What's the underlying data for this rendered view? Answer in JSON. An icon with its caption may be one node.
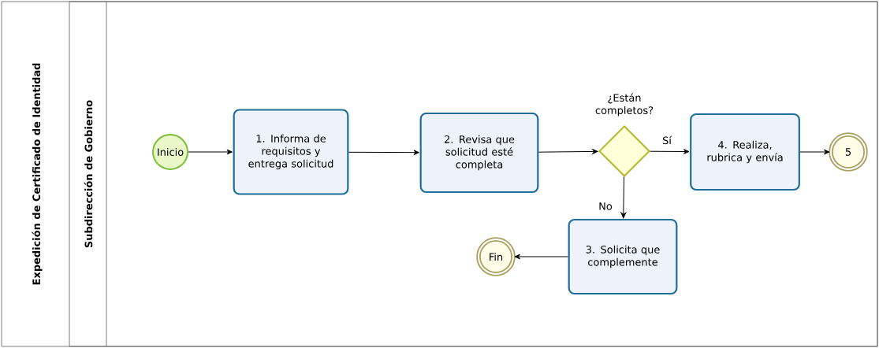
{
  "diagram": {
    "nodes": [
      {
        "text": [
          "Expedición de Certificado de Identidad"
        ]
      },
      {
        "text": [
          "Subdirección de Gobierno"
        ],
        "in": 0
      },
      {
        "text": [
          "Inicio"
        ],
        "in": 1
      },
      {
        "text": [
          "1. Informa de requisitos y entrega solicitud"
        ],
        "in": 1
      },
      {
        "text": [
          "2. Revisa que solicitud esté completa"
        ],
        "in": 1
      },
      {
        "text": [
          "¿Están completos?"
        ],
        "in": 1
      },
      {
        "text": [
          "4. Realiza, rubrica y envía"
        ],
        "in": 1
      },
      {
        "text": [
          "5"
        ],
        "in": 1
      },
      {
        "text": [
          "3. Solicita que complemente"
        ],
        "in": 1
      },
      {
        "text": [
          "Fin"
        ],
        "in": 1
      }
    ],
    "edges": [
      {
        "from": 2,
        "to": 3,
        "arrow": "to"
      },
      {
        "from": 3,
        "to": 4,
        "arrow": "to"
      },
      {
        "from": 4,
        "to": 5,
        "arrow": "to"
      },
      {
        "from": 5,
        "to": 6,
        "arrow": "to",
        "label": "Sí"
      },
      {
        "from": 6,
        "to": 7,
        "arrow": "to"
      },
      {
        "from": 5,
        "to": 8,
        "arrow": "to",
        "label": "No"
      },
      {
        "from": 8,
        "to": 9,
        "arrow": "to"
      }
    ]
  }
}
